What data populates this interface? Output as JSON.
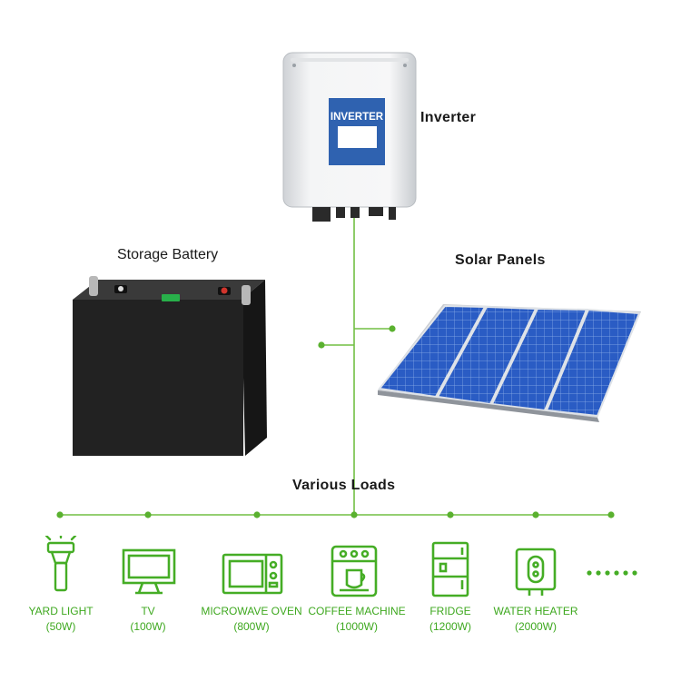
{
  "components": {
    "inverter": {
      "label": "Inverter",
      "screen_text": "INVERTER"
    },
    "battery": {
      "label": "Storage Battery"
    },
    "solar": {
      "label": "Solar Panels"
    },
    "loads": {
      "label": "Various Loads"
    }
  },
  "loads": [
    {
      "name": "YARD LIGHT",
      "power": "(50W)",
      "icon": "yard-light-icon"
    },
    {
      "name": "TV",
      "power": "(100W)",
      "icon": "tv-icon"
    },
    {
      "name": "MICROWAVE OVEN",
      "power": "(800W)",
      "icon": "microwave-icon"
    },
    {
      "name": "COFFEE MACHINE",
      "power": "(1000W)",
      "icon": "coffee-machine-icon"
    },
    {
      "name": "FRIDGE",
      "power": "(1200W)",
      "icon": "fridge-icon"
    },
    {
      "name": "WATER HEATER",
      "power": "(2000W)",
      "icon": "water-heater-icon"
    }
  ],
  "colors": {
    "accent_green": "#5ab12f",
    "inverter_screen": "#2f62b0",
    "panel_blue": "#2a5cc4",
    "battery_body": "#1e1e1e"
  }
}
